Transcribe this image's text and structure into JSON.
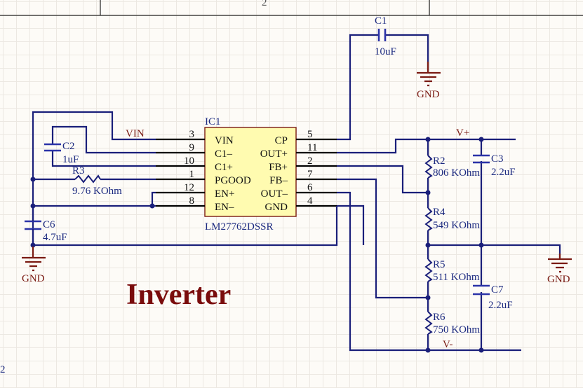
{
  "sheet": {
    "zone_label": "2",
    "side_label": "2"
  },
  "title": "Inverter",
  "ic": {
    "designator": "IC1",
    "part": "LM27762DSSR",
    "left_pins": [
      {
        "num": "3",
        "name": "VIN"
      },
      {
        "num": "9",
        "name": "C1–"
      },
      {
        "num": "10",
        "name": "C1+"
      },
      {
        "num": "1",
        "name": "PGOOD"
      },
      {
        "num": "12",
        "name": "EN+"
      },
      {
        "num": "8",
        "name": "EN–"
      }
    ],
    "right_pins": [
      {
        "num": "5",
        "name": "CP"
      },
      {
        "num": "11",
        "name": "OUT+"
      },
      {
        "num": "2",
        "name": "FB+"
      },
      {
        "num": "7",
        "name": "FB–"
      },
      {
        "num": "6",
        "name": "OUT–"
      },
      {
        "num": "4",
        "name": "GND"
      }
    ]
  },
  "nets": {
    "vin": "VIN",
    "vplus": "V+",
    "vminus": "V-",
    "gnd": "GND"
  },
  "components": {
    "C1": {
      "ref": "C1",
      "value": "10uF"
    },
    "C2": {
      "ref": "C2",
      "value": "1uF"
    },
    "C3": {
      "ref": "C3",
      "value": "2.2uF"
    },
    "C6": {
      "ref": "C6",
      "value": "4.7uF"
    },
    "C7": {
      "ref": "C7",
      "value": "2.2uF"
    },
    "R2": {
      "ref": "R2",
      "value": "806 KOhm"
    },
    "R3": {
      "ref": "R3",
      "value": "9.76 KOhm"
    },
    "R4": {
      "ref": "R4",
      "value": "549 KOhm"
    },
    "R5": {
      "ref": "R5",
      "value": "511 KOhm"
    },
    "R6": {
      "ref": "R6",
      "value": "750 KOhm"
    }
  },
  "colors": {
    "wire": "#1a1f7a",
    "power": "#7a1a12",
    "ic_fill": "#fffbb0",
    "title": "#7a0c0c"
  }
}
